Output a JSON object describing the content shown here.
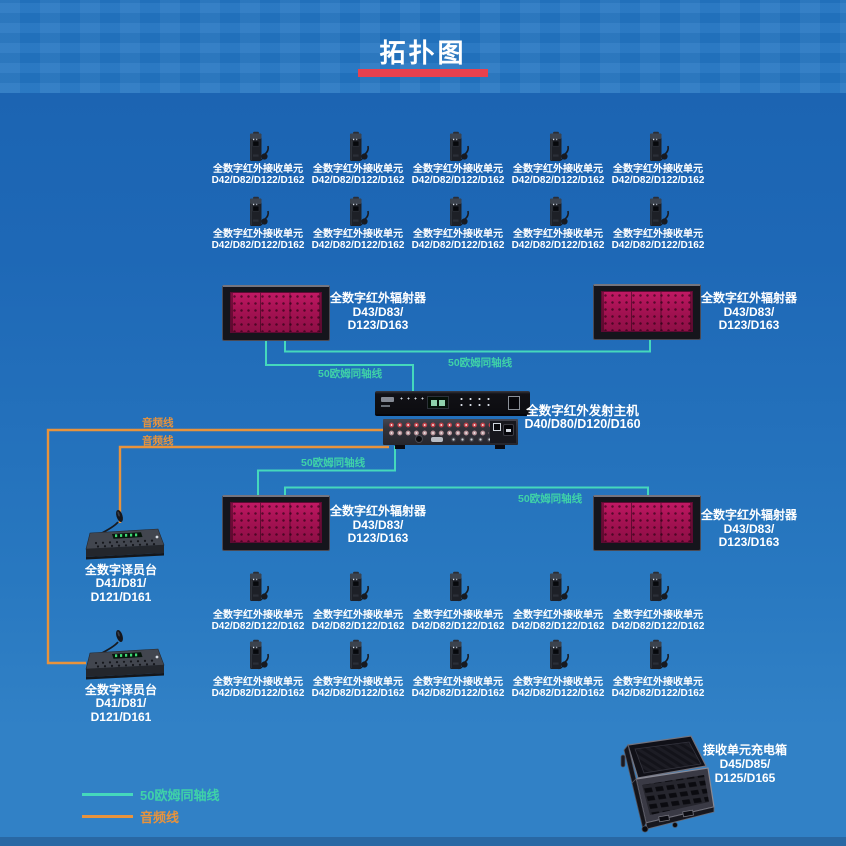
{
  "title": {
    "text": "拓扑图"
  },
  "colors": {
    "coax_line": "#45D8BC",
    "coax_text": "#3FD2A8",
    "audio_line": "#E8933C",
    "title_underline": "#E8414E"
  },
  "devices": {
    "receiver": {
      "name": "全数字红外接收单元",
      "models": "D42/D82/D122/D162",
      "count": 20
    },
    "radiator": {
      "name": "全数字红外辐射器",
      "models_line1": "D43/D83/",
      "models_line2": "D123/D163",
      "count": 4
    },
    "host": {
      "name": "全数字红外发射主机",
      "models": "D40/D80/D120/D160"
    },
    "interpreter": {
      "name": "全数字译员台",
      "models_line1": "D41/D81/",
      "models_line2": "D121/D161",
      "count": 2
    },
    "charger": {
      "name": "接收单元充电箱",
      "models_line1": "D45/D85/",
      "models_line2": "D125/D165"
    }
  },
  "cable_labels": {
    "coax": "50欧姆同轴线",
    "audio": "音频线"
  },
  "legend": {
    "coax_label": "50欧姆同轴线",
    "audio_label": "音频线"
  }
}
